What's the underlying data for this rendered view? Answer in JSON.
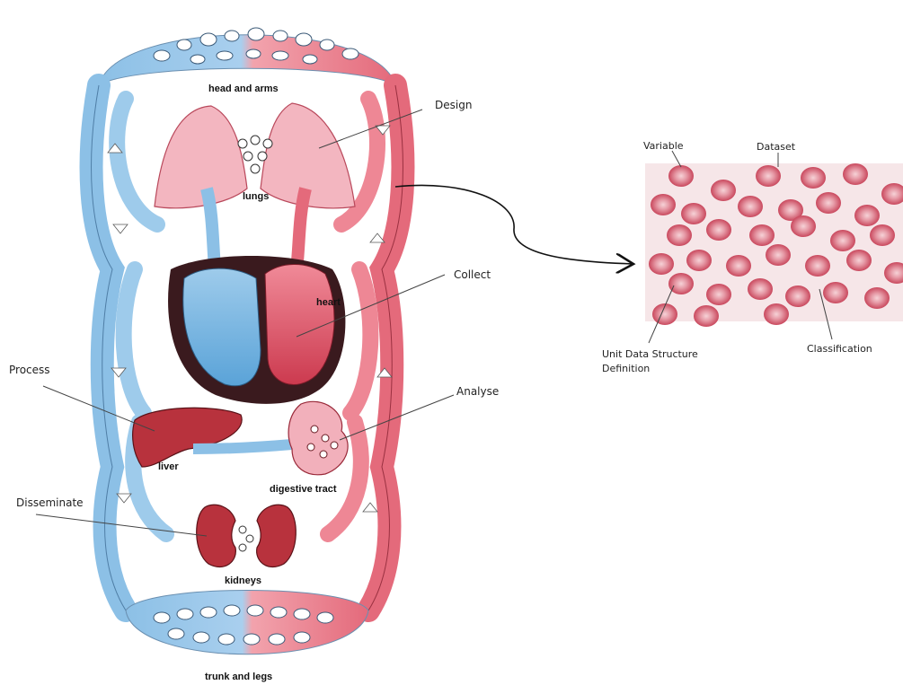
{
  "diagram": {
    "organs": {
      "head_and_arms": "head and arms",
      "lungs": "lungs",
      "heart": "heart",
      "liver": "liver",
      "digestive_tract": "digestive tract",
      "kidneys": "kidneys",
      "trunk_and_legs": "trunk and legs"
    },
    "callouts": {
      "design": "Design",
      "collect": "Collect",
      "process": "Process",
      "analyse": "Analyse",
      "disseminate": "Disseminate"
    },
    "cells_panel": {
      "variable": "Variable",
      "dataset": "Dataset",
      "unit_line1": "Unit Data Structure",
      "unit_line2": "Definition",
      "classification": "Classification"
    },
    "colors": {
      "venous_blue": "#7fb6e0",
      "arterial_red": "#e26a7a",
      "organ_red": "#b8323d",
      "cell_fill": "#d9667a",
      "cell_center": "#f3c2c9",
      "panel_bg": "#f6e6e8"
    }
  }
}
